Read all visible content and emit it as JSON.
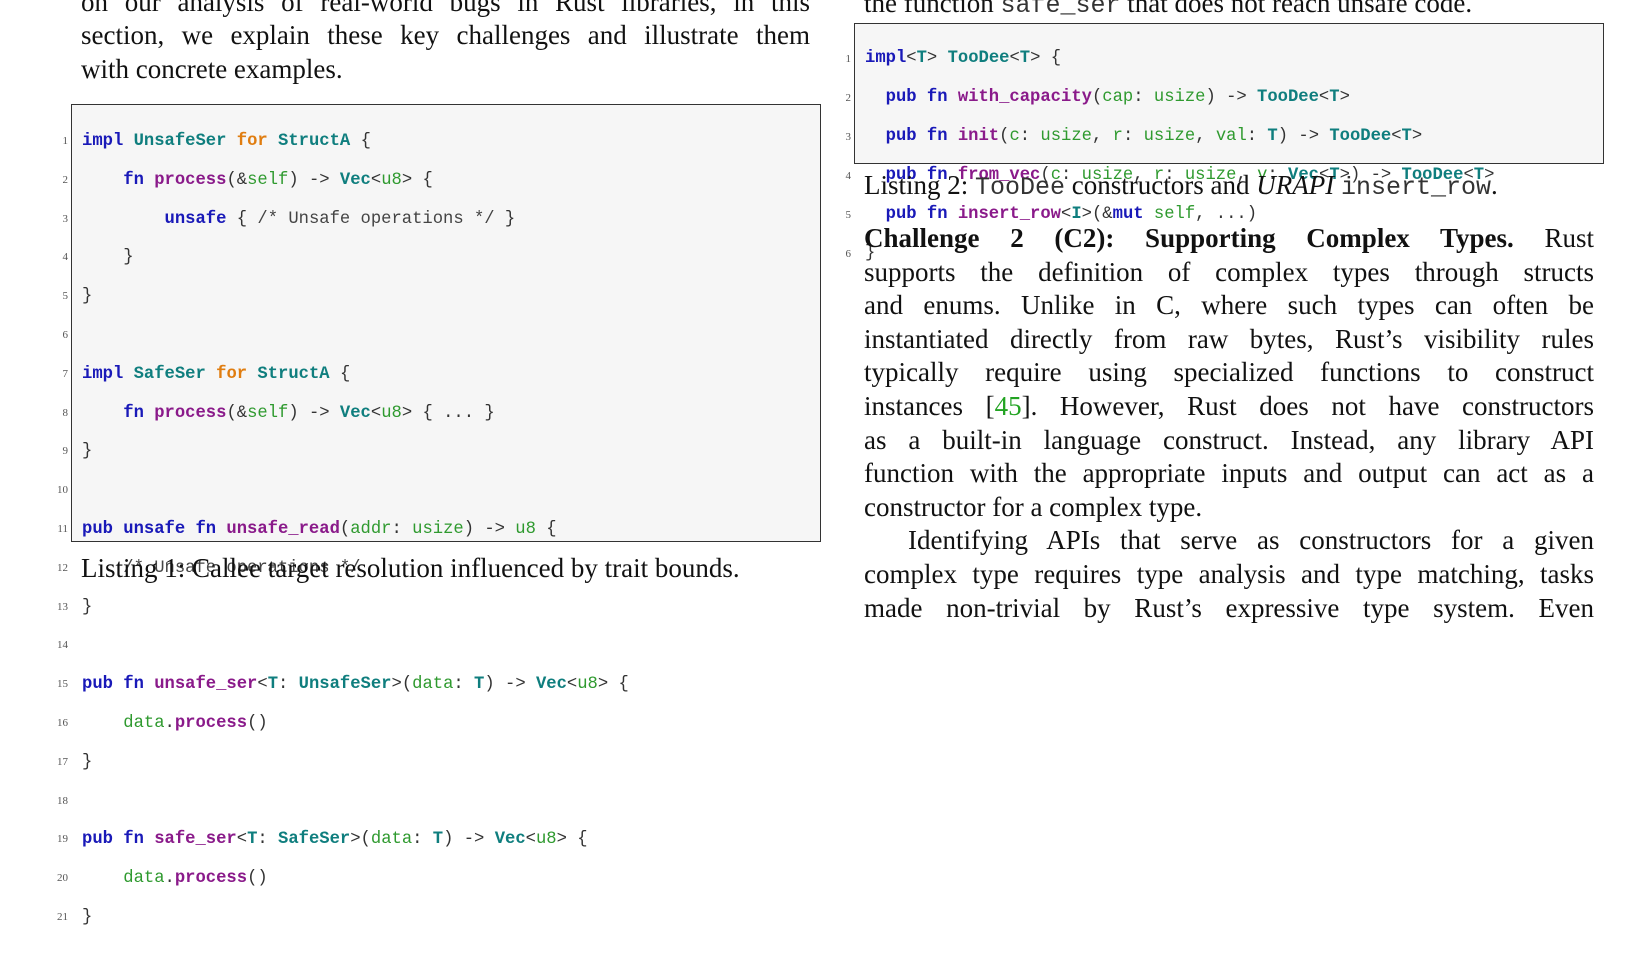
{
  "left_column": {
    "intro_lines": [
      "on our analysis of real-world bugs in Rust libraries, in this",
      "section, we explain these key challenges and illustrate them",
      "with concrete examples."
    ],
    "listing1": {
      "caption": "Listing 1: Callee target resolution influenced by trait bounds.",
      "line_numbers": [
        "1",
        "2",
        "3",
        "4",
        "5",
        "6",
        "7",
        "8",
        "9",
        "10",
        "11",
        "12",
        "13",
        "14",
        "15",
        "16",
        "17",
        "18",
        "19",
        "20",
        "21"
      ]
    }
  },
  "right_column": {
    "cut_top_line": {
      "before": "the function ",
      "code": "safe_ser",
      "after": " that does not reach unsafe code."
    },
    "listing2": {
      "line_numbers": [
        "1",
        "2",
        "3",
        "4",
        "5",
        "6"
      ],
      "caption": {
        "prefix": "Listing 2: ",
        "code1": "TooDee",
        "middle": " constructors and ",
        "italic": "URAPI",
        "space": " ",
        "code2": "insert_row",
        "suffix": "."
      }
    },
    "challenge": {
      "heading": "Challenge 2 (C2): Supporting Complex Types.",
      "lines": [
        " Rust",
        "supports the definition of complex types through structs",
        "and enums. Unlike in C, where such types can often be",
        "instantiated directly from raw bytes, Rust’s visibility rules",
        "typically require using specialized functions to construct",
        "instances [",
        "]. However, Rust does not have constructors",
        "as a built-in language construct. Instead, any library API",
        "function with the appropriate inputs and output can act as a",
        "constructor for a complex type.",
        "Identifying APIs that serve as constructors for a given",
        "complex type requires type analysis and type matching, tasks",
        "made non-trivial by Rust’s expressive type system. Even"
      ],
      "ref": "45"
    }
  },
  "colors": {
    "keyword": "#1919b8",
    "function_name": "#8a1a8a",
    "type": "#0f7e7e",
    "for_keyword": "#e07d10",
    "identifier": "#2f9a2f",
    "citation": "#22a322",
    "listing_bg": "#f6f6f6"
  }
}
